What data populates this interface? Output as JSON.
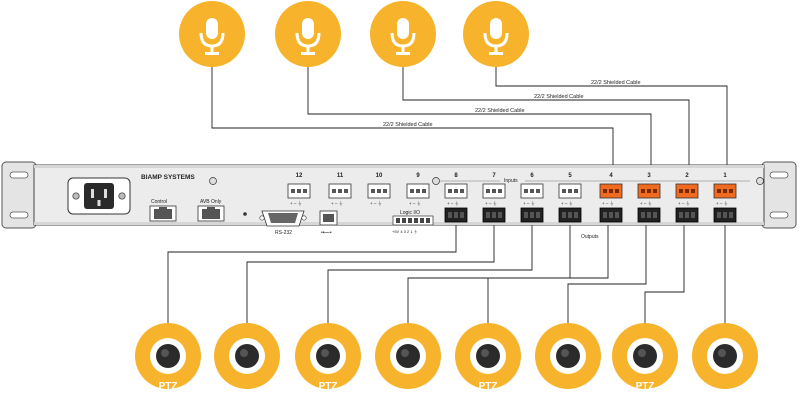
{
  "brand": "BIAMP SYSTEMS",
  "ports": {
    "control": "Control",
    "avb": "AVB Only",
    "rs232": "RS-232",
    "usb": "•⟵•",
    "logic_io": "Logic I/O",
    "logic_pins": "+5V  4  3  2  1  ⏚"
  },
  "inputs_label": "Inputs",
  "outputs_label": "Outputs",
  "channel_numbers": [
    "12",
    "11",
    "10",
    "9",
    "8",
    "7",
    "6",
    "5",
    "4",
    "3",
    "2",
    "1"
  ],
  "pin_label": "+  –  ⏚",
  "cable_label": "22/2 Shielded Cable",
  "camera_badge": "PTZ",
  "colors": {
    "mic_yellow": "#f7b32b",
    "mic_shadow": "#e89b14",
    "active_orange": "#f06a1f",
    "chassis": "#e9e9e9",
    "wire": "#222222"
  }
}
